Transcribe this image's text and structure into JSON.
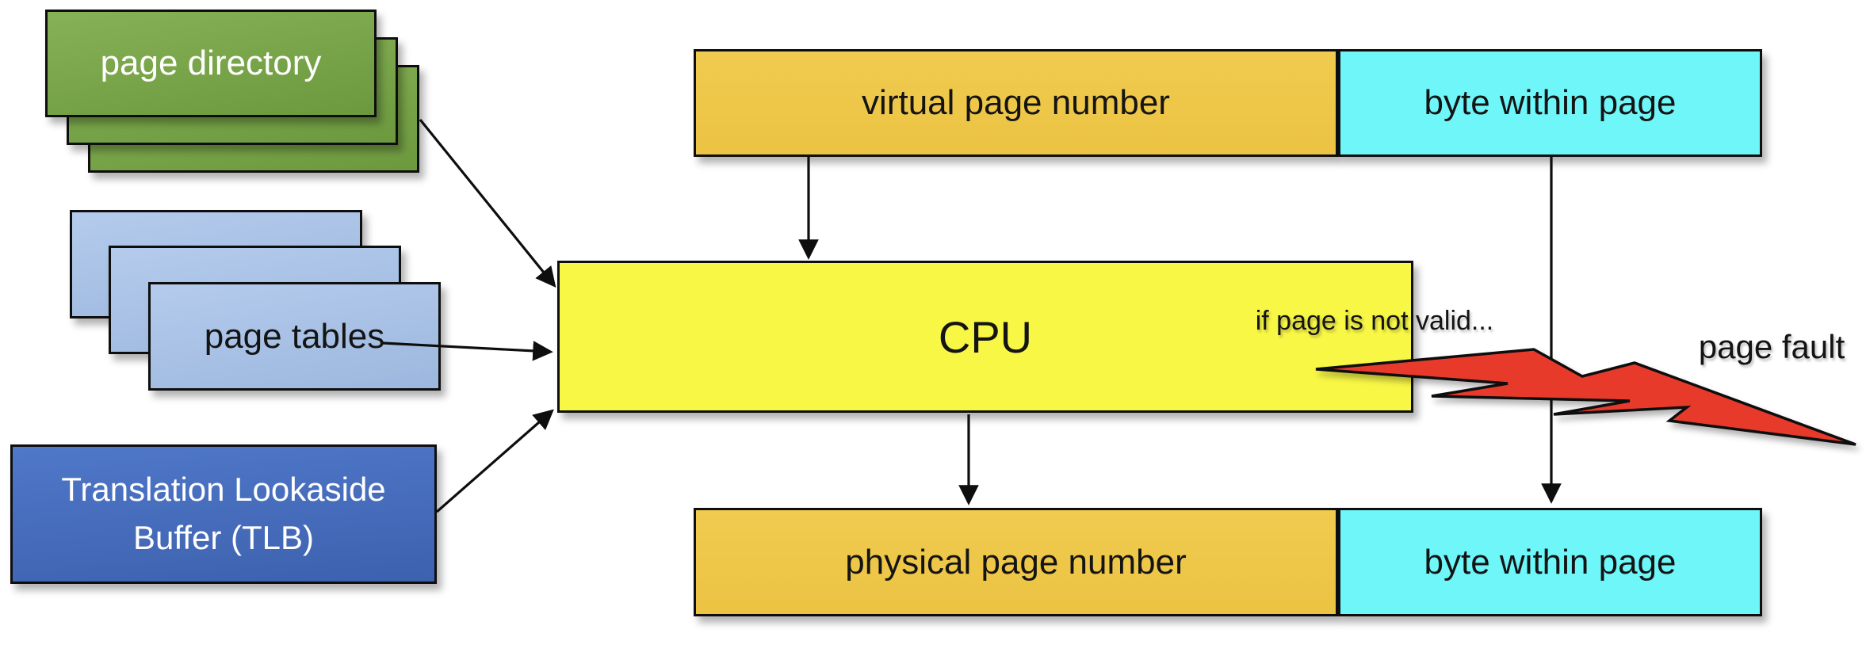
{
  "nodes": {
    "page_directory": {
      "label": "page directory"
    },
    "page_tables": {
      "label": "page tables"
    },
    "tlb": {
      "label": "Translation Lookaside Buffer (TLB)"
    },
    "cpu": {
      "label": "CPU"
    },
    "virtual_address": {
      "vpn": "virtual page number",
      "offset": "byte within page"
    },
    "physical_address": {
      "ppn": "physical page number",
      "offset": "byte within page"
    }
  },
  "annotations": {
    "fault_condition": "if page is not valid...",
    "fault_label": "page fault"
  },
  "colors": {
    "gold": "#ECC343",
    "cyan": "#6EF6F9",
    "cpu-yellow": "#F8F746",
    "green-top": "#87B156",
    "green-bottom": "#6C993E",
    "blue-top": "#B4CBEC",
    "blue-bottom": "#9CB7DE",
    "tlb-top": "#5078C9",
    "tlb-bottom": "#3C61AE",
    "bolt-red": "#E83A2B",
    "line-black": "#0E0E0E",
    "text-white": "#FFFFFF",
    "text-black": "#141414"
  }
}
